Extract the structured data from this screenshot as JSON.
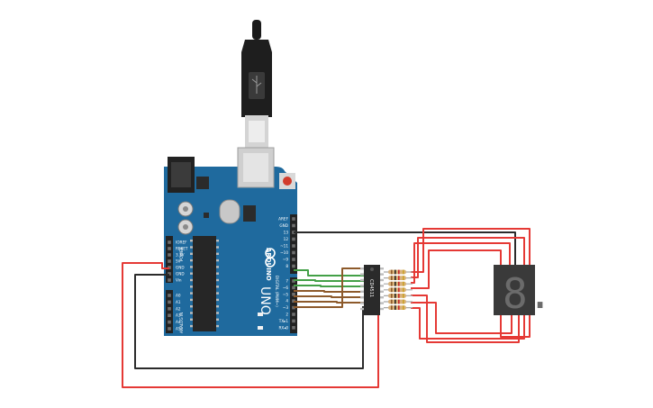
{
  "board": {
    "brand": "ARDUINO",
    "model": "UNO",
    "power_header_title": "POWER",
    "analog_header_title": "ANALOG IN",
    "digital_header_title": "DIGITAL (PWM~)",
    "power_pins": [
      "IOREF",
      "RESET",
      "3.3V",
      "5V",
      "GND",
      "GND",
      "Vin"
    ],
    "analog_pins": [
      "A0",
      "A1",
      "A2",
      "A3",
      "A4",
      "A5"
    ],
    "digital_top_pins": [
      "AREF",
      "GND",
      "13",
      "12",
      "~11",
      "~10",
      "~9",
      "8"
    ],
    "digital_bottom_pins": [
      "7",
      "~6",
      "~5",
      "4",
      "~3",
      "2",
      "TX▸1",
      "RX◂0"
    ]
  },
  "chip": {
    "label": "CD4511"
  },
  "display": {
    "digit": "8."
  },
  "colors": {
    "board": "#1f6a9e",
    "wire_red": "#e53935",
    "wire_black": "#2b2b2b",
    "wire_green": "#43a047",
    "wire_brown": "#8d5a2b",
    "display_body": "#3a3a3a"
  }
}
